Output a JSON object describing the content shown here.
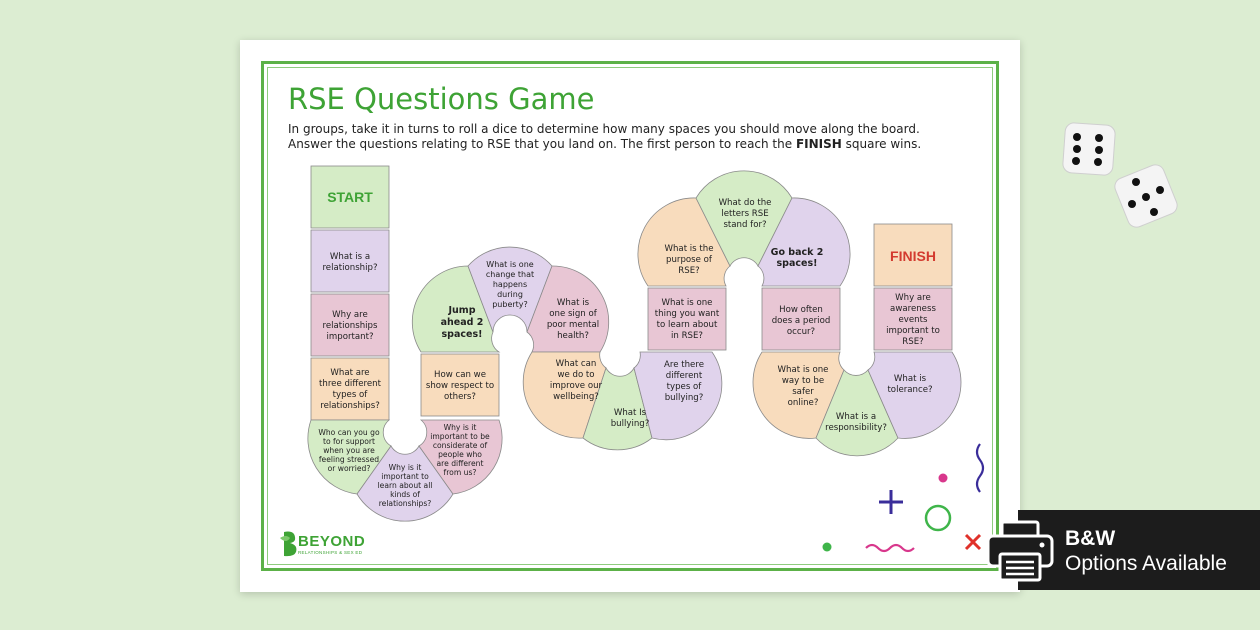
{
  "title": "RSE Questions Game",
  "intro": {
    "part1": "In groups, take it in turns to roll a dice to determine how many spaces you should move along the board. Answer the questions relating to RSE that you land on. The first person to reach the ",
    "bold": "FINISH",
    "part2": " square wins."
  },
  "logo": {
    "text": "BEYOND",
    "sub": "RELATIONSHIPS & SEX ED"
  },
  "badge": {
    "title": "B&W",
    "subtitle": "Options Available"
  },
  "spaces": {
    "start": "START",
    "finish": "FINISH",
    "s1": [
      "What is a",
      "relationship?"
    ],
    "s2": [
      "Why are",
      "relationships",
      "important?"
    ],
    "s3": [
      "What are",
      "three different",
      "types of",
      "relationships?"
    ],
    "s4": [
      "Who can you go",
      "to for support",
      "when you are",
      "feeling stressed",
      "or worried?"
    ],
    "s5": [
      "Why is it",
      "important to",
      "learn about all",
      "kinds of",
      "relationships?"
    ],
    "s6": [
      "Why is it",
      "important to be",
      "considerate of",
      "people who",
      "are different",
      "from us?"
    ],
    "s7": [
      "How can we",
      "show respect to",
      "others?"
    ],
    "s8": [
      "Jump",
      "ahead 2",
      "spaces!"
    ],
    "s9": [
      "What is one",
      "change that",
      "happens",
      "during",
      "puberty?"
    ],
    "s10": [
      "What is",
      "one sign of",
      "poor mental",
      "health?"
    ],
    "s11": [
      "What can",
      "we do to",
      "improve our",
      "wellbeing?"
    ],
    "s12": [
      "What Is",
      "bullying?"
    ],
    "s13": [
      "Are there",
      "different",
      "types of",
      "bullying?"
    ],
    "s14": [
      "What is one",
      "thing you want",
      "to learn about",
      "in RSE?"
    ],
    "s15": [
      "What is the",
      "purpose of",
      "RSE?"
    ],
    "s16": [
      "What do the",
      "letters RSE",
      "stand for?"
    ],
    "s17": [
      "Go back 2",
      "spaces!"
    ],
    "s18": [
      "How often",
      "does a period",
      "occur?"
    ],
    "s19": [
      "What is one",
      "way to be",
      "safer",
      "online?"
    ],
    "s20": [
      "What is a",
      "responsibility?"
    ],
    "s21": [
      "What is",
      "tolerance?"
    ],
    "s22": [
      "Why are",
      "awareness",
      "events",
      "important to",
      "RSE?"
    ]
  },
  "colors": {
    "green": "#d5ecc6",
    "purple": "#e0d3ec",
    "pink": "#e8c6d4",
    "peach": "#f8dcbd",
    "border": "#5cb148",
    "title": "#3ea335"
  }
}
